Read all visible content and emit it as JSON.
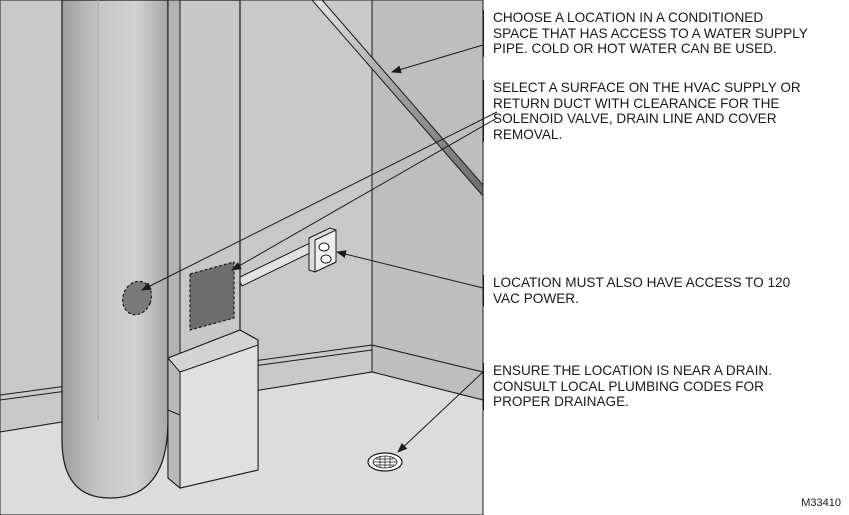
{
  "callouts": [
    {
      "id": "water-supply",
      "text": "CHOOSE A LOCATION IN A CONDITIONED\nSPACE THAT HAS ACCESS TO A WATER SUPPLY\nPIPE. COLD OR HOT WATER CAN BE USED."
    },
    {
      "id": "duct-surface",
      "text": "SELECT A SURFACE ON THE HVAC SUPPLY OR\nRETURN DUCT WITH CLEARANCE FOR THE\nSOLENOID VALVE, DRAIN LINE AND COVER\nREMOVAL."
    },
    {
      "id": "power",
      "text": "LOCATION MUST ALSO HAVE ACCESS TO 120\nVAC POWER."
    },
    {
      "id": "drain",
      "text": "ENSURE THE LOCATION IS NEAR A DRAIN.\nCONSULT LOCAL PLUMBING CODES FOR\nPROPER DRAINAGE."
    }
  ],
  "figure_id": "M33410",
  "colors": {
    "wall": "#c8c8c8",
    "wall_dark": "#bdbdbd",
    "floor": "#dedede",
    "duct": "#b9b9b9",
    "duct_light": "#cfcfcf",
    "patch": "#6f6f6f",
    "outline": "#1a1a1a"
  }
}
